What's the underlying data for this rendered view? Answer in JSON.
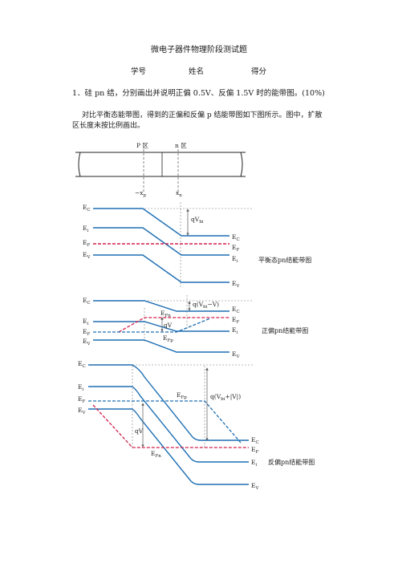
{
  "title": "微电子器件物理阶段测试题",
  "header": {
    "student_id": "学号",
    "name": "姓名",
    "score": "得分"
  },
  "question": {
    "text": "1．硅 pn 结，分别画出并说明正偏 0.5V、反偏 1.5V 时的能带图。(10%)",
    "paragraph": "对比平衡态能带图，得到的正偏和反偏 p 结能带图如下图所示。图中，扩散区长度未按比例画出。"
  },
  "figure": {
    "region_p": "P 区",
    "region_n": "n 区",
    "xp_label": "−x",
    "xp_sub": "p",
    "xn_label": "x",
    "xn_sub": "n",
    "colors": {
      "band": "#1f6fb4",
      "fermi": "#d21e4a",
      "guide": "#666666"
    },
    "equilibrium": {
      "caption": "平衡态pn结能带图",
      "barrier": "qV",
      "barrier_sub": "bi",
      "left": [
        "E",
        "E",
        "E",
        "E"
      ],
      "left_sub": [
        "C",
        "i",
        "F",
        "V"
      ],
      "right": [
        "E",
        "E",
        "E",
        "E"
      ],
      "right_sub": [
        "C",
        "F",
        "i",
        "V"
      ]
    },
    "forward": {
      "caption": "正偏pn结能带图",
      "barrier": "q(V",
      "barrier_sub": "bi",
      "barrier_tail": "−V)",
      "qv": "qV",
      "efn": "E",
      "efn_sub": "Fn",
      "efp": "E",
      "efp_sub": "Fp",
      "left": [
        "E",
        "E",
        "E",
        "E"
      ],
      "left_sub": [
        "C",
        "i",
        "F",
        "V"
      ],
      "right": [
        "E",
        "E",
        "E",
        "E"
      ],
      "right_sub": [
        "C",
        "F",
        "i",
        "V"
      ]
    },
    "reverse": {
      "caption": "反偏pn结能带图",
      "barrier": "q(V",
      "barrier_sub": "bi",
      "barrier_tail": "+|V|)",
      "qv": "qV",
      "efp": "E",
      "efp_sub": "Fp",
      "efn": "E",
      "efn_sub": "Fn",
      "left": [
        "E",
        "E",
        "E",
        "E"
      ],
      "left_sub": [
        "C",
        "i",
        "F",
        "V"
      ],
      "right": [
        "E",
        "E",
        "E",
        "E"
      ],
      "right_sub": [
        "C",
        "F",
        "i",
        "V"
      ]
    }
  }
}
